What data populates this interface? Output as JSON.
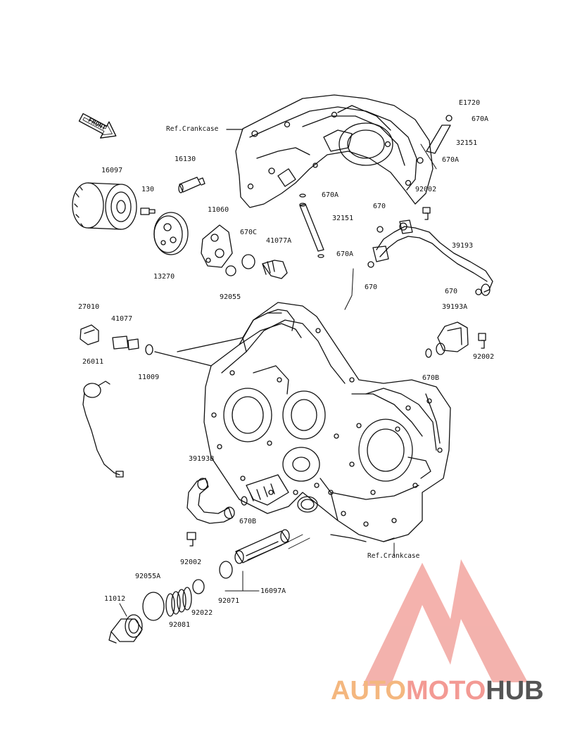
{
  "diagram_code": "E1720",
  "ref_top": "Ref.Crankcase",
  "ref_bottom": "Ref.Crankcase",
  "front_label": "FRONT",
  "parts": {
    "p16097": "16097",
    "p130": "130",
    "p16130": "16130",
    "p13270": "13270",
    "p11060": "11060",
    "p670C": "670C",
    "p41077A": "41077A",
    "p92055": "92055",
    "p670A_1": "670A",
    "p670A_2": "670A",
    "p670A_3": "670A",
    "p670A_4": "670A",
    "p32151_1": "32151",
    "p32151_2": "32151",
    "p92002_1": "92002",
    "p670_1": "670",
    "p670_2": "670",
    "p670_3": "670",
    "p39193": "39193",
    "p27010": "27010",
    "p41077": "41077",
    "p11009": "11009",
    "p26011": "26011",
    "p39193A": "39193A",
    "p92002_2": "92002",
    "p670B_1": "670B",
    "p39193B": "39193B",
    "p670B_2": "670B",
    "p92002_3": "92002",
    "p92055A": "92055A",
    "p11012": "11012",
    "p92081": "92081",
    "p92022": "92022",
    "p92071": "92071",
    "p16097A": "16097A"
  },
  "watermark": {
    "part1": "AUTO",
    "part2": "MOTO",
    "part3": "HUB"
  },
  "colors": {
    "logo_red": "#f2a59f",
    "logo_orange": "#f4b77f",
    "logo_gray": "#555555",
    "line": "#111111"
  }
}
